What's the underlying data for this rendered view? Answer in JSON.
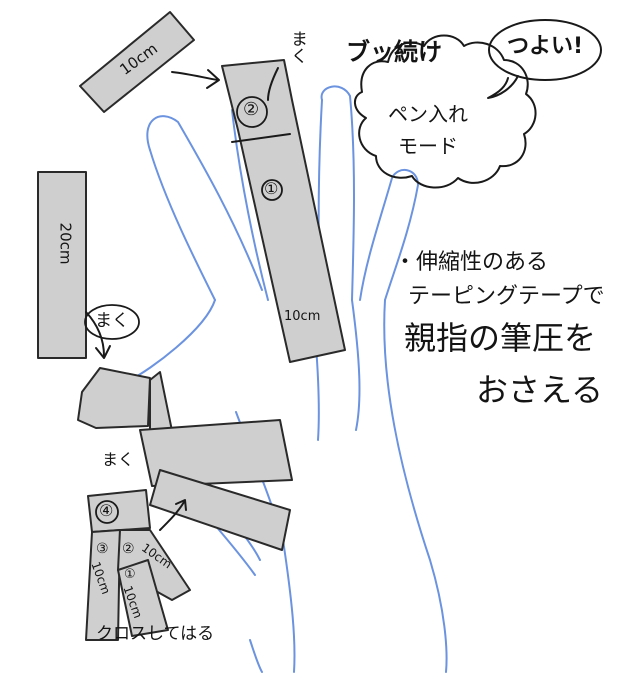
{
  "illustration": {
    "colors": {
      "tape_fill": "#cfcfcf",
      "hand_line": "#6b93e0",
      "ink": "#1a1a1a"
    }
  },
  "strips": {
    "top_strip_label": "10cm",
    "long_strip_label": "20cm"
  },
  "index_tape": {
    "wrap_note": "まく",
    "wrap_number": "②",
    "strip_number": "①",
    "strip_length": "10cm"
  },
  "wrist_tape": {
    "wrap_note": "まく"
  },
  "small_tape": {
    "wrap_note": "まく",
    "wrap_number": "④",
    "left_number": "③",
    "left_length": "10cm",
    "right_number_a": "②",
    "right_number_b": "①",
    "right_length_a": "10cm",
    "right_length_b": "10cm",
    "cross_note": "クロスしてはる"
  },
  "callout": {
    "headline": "ブッ続け",
    "bubble_text": "つよい!",
    "cloud_line1": "ペン入れ",
    "cloud_line2": "モード"
  },
  "notes": {
    "line1": "・伸縮性のある",
    "line2": "テーピングテープで",
    "line3": "親指の筆圧を",
    "line4": "おさえる"
  }
}
